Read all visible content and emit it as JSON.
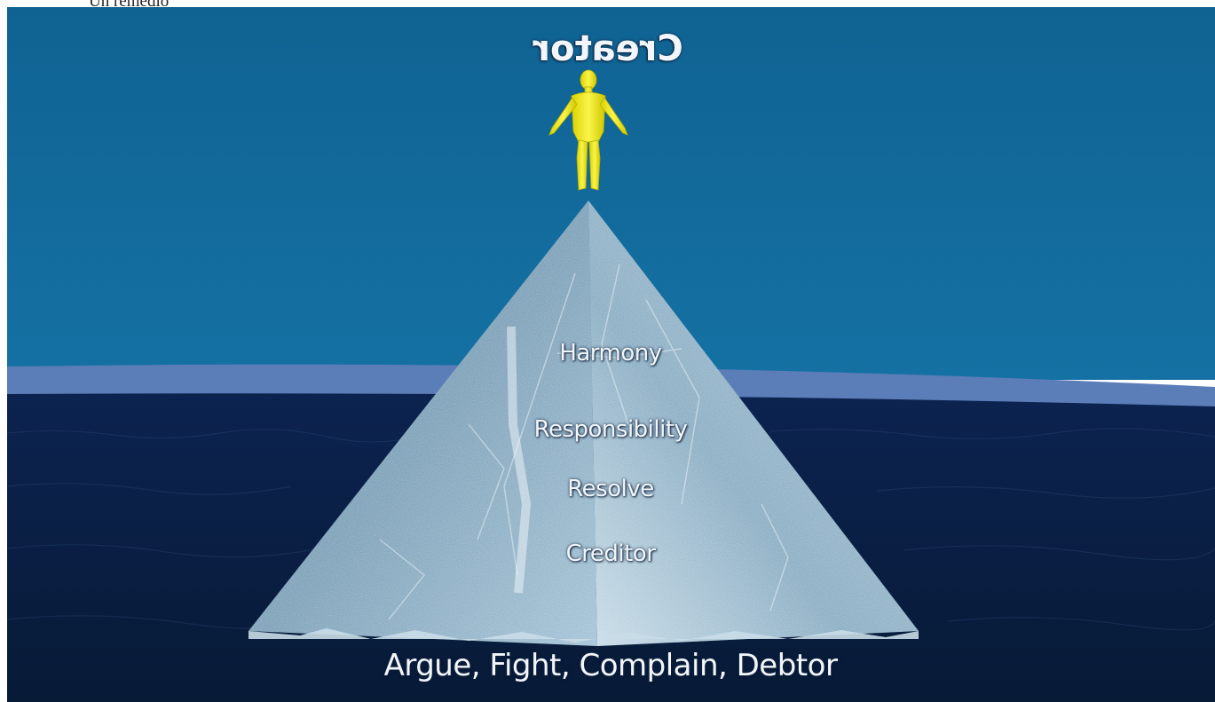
{
  "caption": "Un remedio",
  "diagram": {
    "top_label": "Creator",
    "levels": [
      "Harmony",
      "Responsibility",
      "Resolve",
      "Creditor"
    ],
    "base_label": "Argue, Fight, Complain, Debtor"
  },
  "colors": {
    "sky": "#116a99",
    "horizon": "#5d7fb8",
    "sea": "#0b2147",
    "figure": "#f0ea0c",
    "pyramid": "#8fb3c9",
    "text": "#f2f6fa"
  }
}
